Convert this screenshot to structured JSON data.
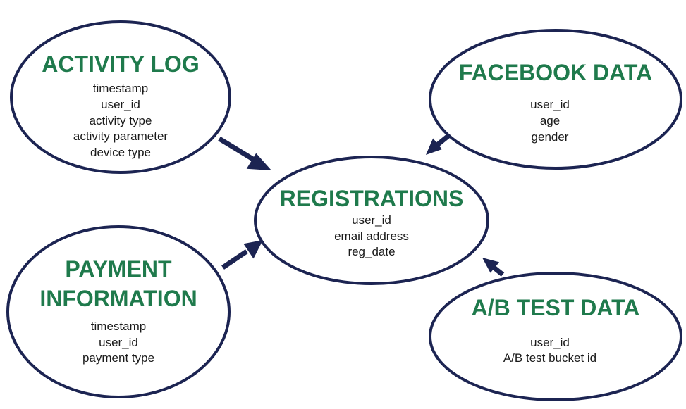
{
  "colors": {
    "title": "#1f7a4c",
    "outline": "#1c2452",
    "text": "#1a1a1a",
    "background": "#ffffff"
  },
  "nodes": {
    "activity_log": {
      "title": "ACTIVITY LOG",
      "fields": [
        "timestamp",
        "user_id",
        "activity type",
        "activity parameter",
        "device type"
      ]
    },
    "facebook_data": {
      "title": "FACEBOOK DATA",
      "fields": [
        "user_id",
        "age",
        "gender"
      ]
    },
    "registrations": {
      "title": "REGISTRATIONS",
      "fields": [
        "user_id",
        "email address",
        "reg_date"
      ]
    },
    "payment_information": {
      "title_lines": [
        "PAYMENT",
        "INFORMATION"
      ],
      "fields": [
        "timestamp",
        "user_id",
        "payment type"
      ]
    },
    "ab_test_data": {
      "title": "A/B TEST DATA",
      "fields": [
        "user_id",
        "A/B test bucket id"
      ]
    }
  },
  "edges": [
    {
      "from": "ACTIVITY LOG",
      "to": "REGISTRATIONS"
    },
    {
      "from": "FACEBOOK DATA",
      "to": "REGISTRATIONS"
    },
    {
      "from": "PAYMENT INFORMATION",
      "to": "REGISTRATIONS"
    },
    {
      "from": "A/B TEST DATA",
      "to": "REGISTRATIONS"
    }
  ]
}
